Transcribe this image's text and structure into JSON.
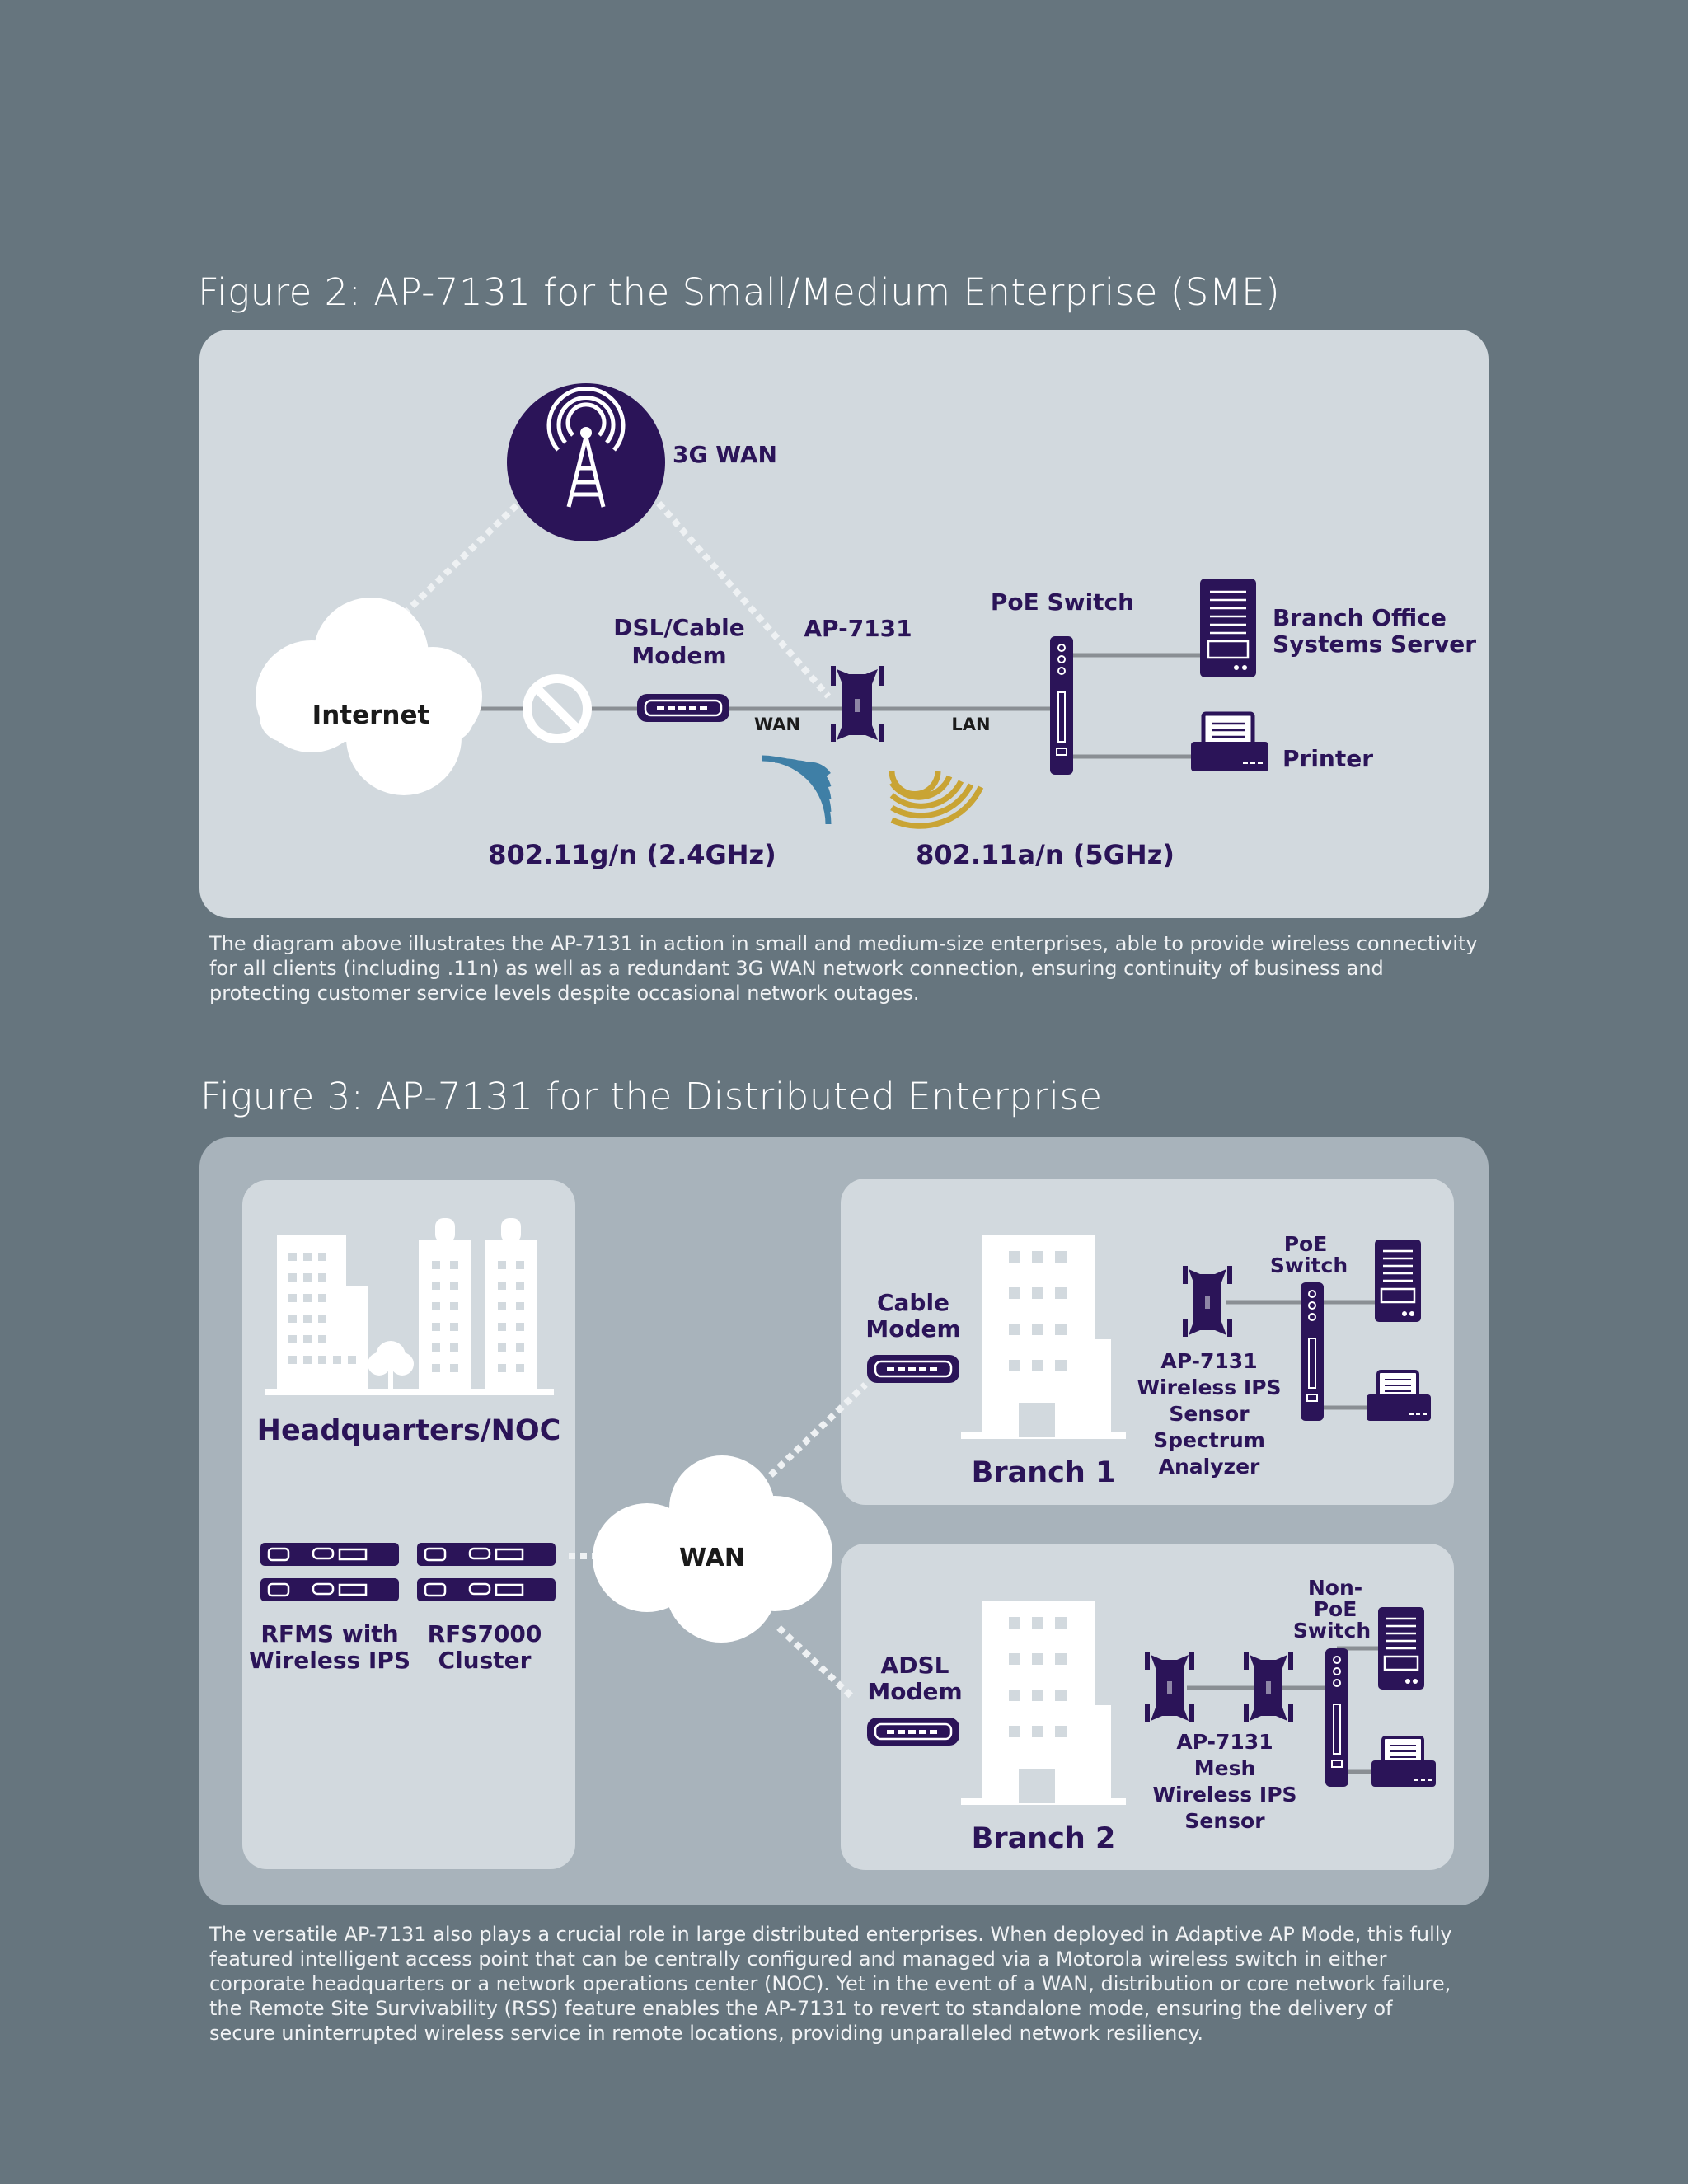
{
  "figure2": {
    "title": "Figure 2: AP-7131 for the Small/Medium Enterprise (SME)",
    "labels": {
      "wan3g": "3G WAN",
      "internet": "Internet",
      "modem_line1": "DSL/Cable",
      "modem_line2": "Modem",
      "ap": "AP-7131",
      "poe_switch": "PoE Switch",
      "server_line1": "Branch Office",
      "server_line2": "Systems Server",
      "printer": "Printer",
      "wan": "WAN",
      "lan": "LAN",
      "band24": "802.11g/n (2.4GHz)",
      "band5": "802.11a/n (5GHz)"
    },
    "caption": "The diagram above illustrates the AP-7131 in action in small and medium-size enterprises, able to provide wireless connectivity for all clients (including .11n) as well as a redundant 3G WAN network connection, ensuring continuity of business and protecting customer service levels despite occasional network outages."
  },
  "figure3": {
    "title": "Figure 3: AP-7131 for the Distributed Enterprise",
    "labels": {
      "hq": "Headquarters/NOC",
      "rfms_line1": "RFMS with",
      "rfms_line2": "Wireless IPS",
      "rfs_line1": "RFS7000",
      "rfs_line2": "Cluster",
      "wan": "WAN",
      "cable_line1": "Cable",
      "cable_line2": "Modem",
      "branch1": "Branch 1",
      "poe_line1": "PoE",
      "poe_line2": "Switch",
      "b1_ap_lines": [
        "AP-7131",
        "Wireless IPS",
        "Sensor",
        "Spectrum",
        "Analyzer"
      ],
      "adsl_line1": "ADSL",
      "adsl_line2": "Modem",
      "branch2": "Branch 2",
      "nonpoe_lines": [
        "Non-",
        "PoE",
        "Switch"
      ],
      "b2_ap_lines": [
        "AP-7131",
        "Mesh",
        "Wireless IPS",
        "Sensor"
      ]
    },
    "caption": "The versatile AP-7131 also plays a crucial role in large distributed enterprises. When deployed in Adaptive AP Mode, this fully featured intelligent access point that can be centrally configured and managed via a Motorola wireless switch in either corporate headquarters or a network operations center (NOC). Yet in the event of a WAN, distribution or core network failure, the Remote Site Survivability (RSS) feature enables the AP-7131 to revert to standalone mode, ensuring the delivery of secure uninterrupted wireless service in remote locations, providing unparalleled network resiliency."
  },
  "colors": {
    "background": "#66757e",
    "panel_light": "#d2d9de",
    "panel_dark": "#a8b3bb",
    "accent_purple": "#2b1458",
    "wave_blue": "#3f7fa6",
    "wave_gold": "#c9a434"
  }
}
